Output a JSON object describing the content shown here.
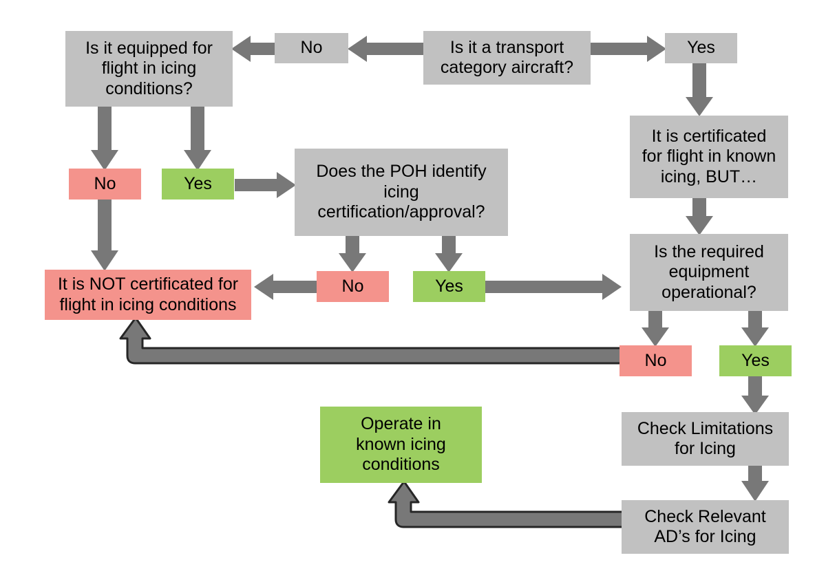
{
  "diagram": {
    "title": "Aircraft Icing Certification Decision Flowchart",
    "colors": {
      "gray_box": "#c1c1c1",
      "red_box": "#f4938c",
      "green_box": "#9cce60",
      "arrow_gray": "#787878",
      "elbow_outline": "#262626",
      "text": "#000000",
      "background": "#ffffff"
    },
    "nodes": {
      "transport_question": "Is it a transport\ncategory aircraft?",
      "transport_no": "No",
      "transport_yes": "Yes",
      "equipped_question": "Is it equipped for\nflight in icing\nconditions?",
      "equipped_no": "No",
      "equipped_yes": "Yes",
      "poh_question": "Does the POH identify\nicing\ncertification/approval?",
      "poh_no": "No",
      "poh_yes": "Yes",
      "not_certificated": "It is NOT certificated for\nflight in icing conditions",
      "certificated_but": "It is certificated\nfor flight in known\nicing, BUT…",
      "equipment_question": "Is the required\nequipment\noperational?",
      "equipment_no": "No",
      "equipment_yes": "Yes",
      "check_limitations": "Check Limitations\nfor Icing",
      "check_ads": "Check Relevant\nAD’s for Icing",
      "operate": "Operate in\nknown icing\nconditions"
    },
    "connectors": [
      {
        "name": "transport-to-no",
        "kind": "arrow-left"
      },
      {
        "name": "no-to-equipped",
        "kind": "arrow-left"
      },
      {
        "name": "transport-to-yes",
        "kind": "arrow-right"
      },
      {
        "name": "yes-to-certificated",
        "kind": "arrow-down"
      },
      {
        "name": "equipped-to-no",
        "kind": "arrow-down"
      },
      {
        "name": "equipped-to-yes",
        "kind": "arrow-down"
      },
      {
        "name": "yes-to-poh",
        "kind": "arrow-right"
      },
      {
        "name": "no-to-not-certificated",
        "kind": "arrow-down"
      },
      {
        "name": "poh-to-no",
        "kind": "arrow-down"
      },
      {
        "name": "poh-to-yes",
        "kind": "arrow-down"
      },
      {
        "name": "poh-no-to-not-certificated",
        "kind": "arrow-left"
      },
      {
        "name": "poh-yes-to-equipment",
        "kind": "arrow-right"
      },
      {
        "name": "certificated-to-equipment",
        "kind": "arrow-down"
      },
      {
        "name": "equipment-to-no",
        "kind": "arrow-down"
      },
      {
        "name": "equipment-to-yes",
        "kind": "arrow-down"
      },
      {
        "name": "equipment-no-to-not-certificated",
        "kind": "elbow-up-left"
      },
      {
        "name": "equipment-yes-to-check-limitations",
        "kind": "arrow-down"
      },
      {
        "name": "check-limitations-to-check-ads",
        "kind": "arrow-down"
      },
      {
        "name": "check-ads-to-operate",
        "kind": "elbow-up-left"
      }
    ]
  }
}
